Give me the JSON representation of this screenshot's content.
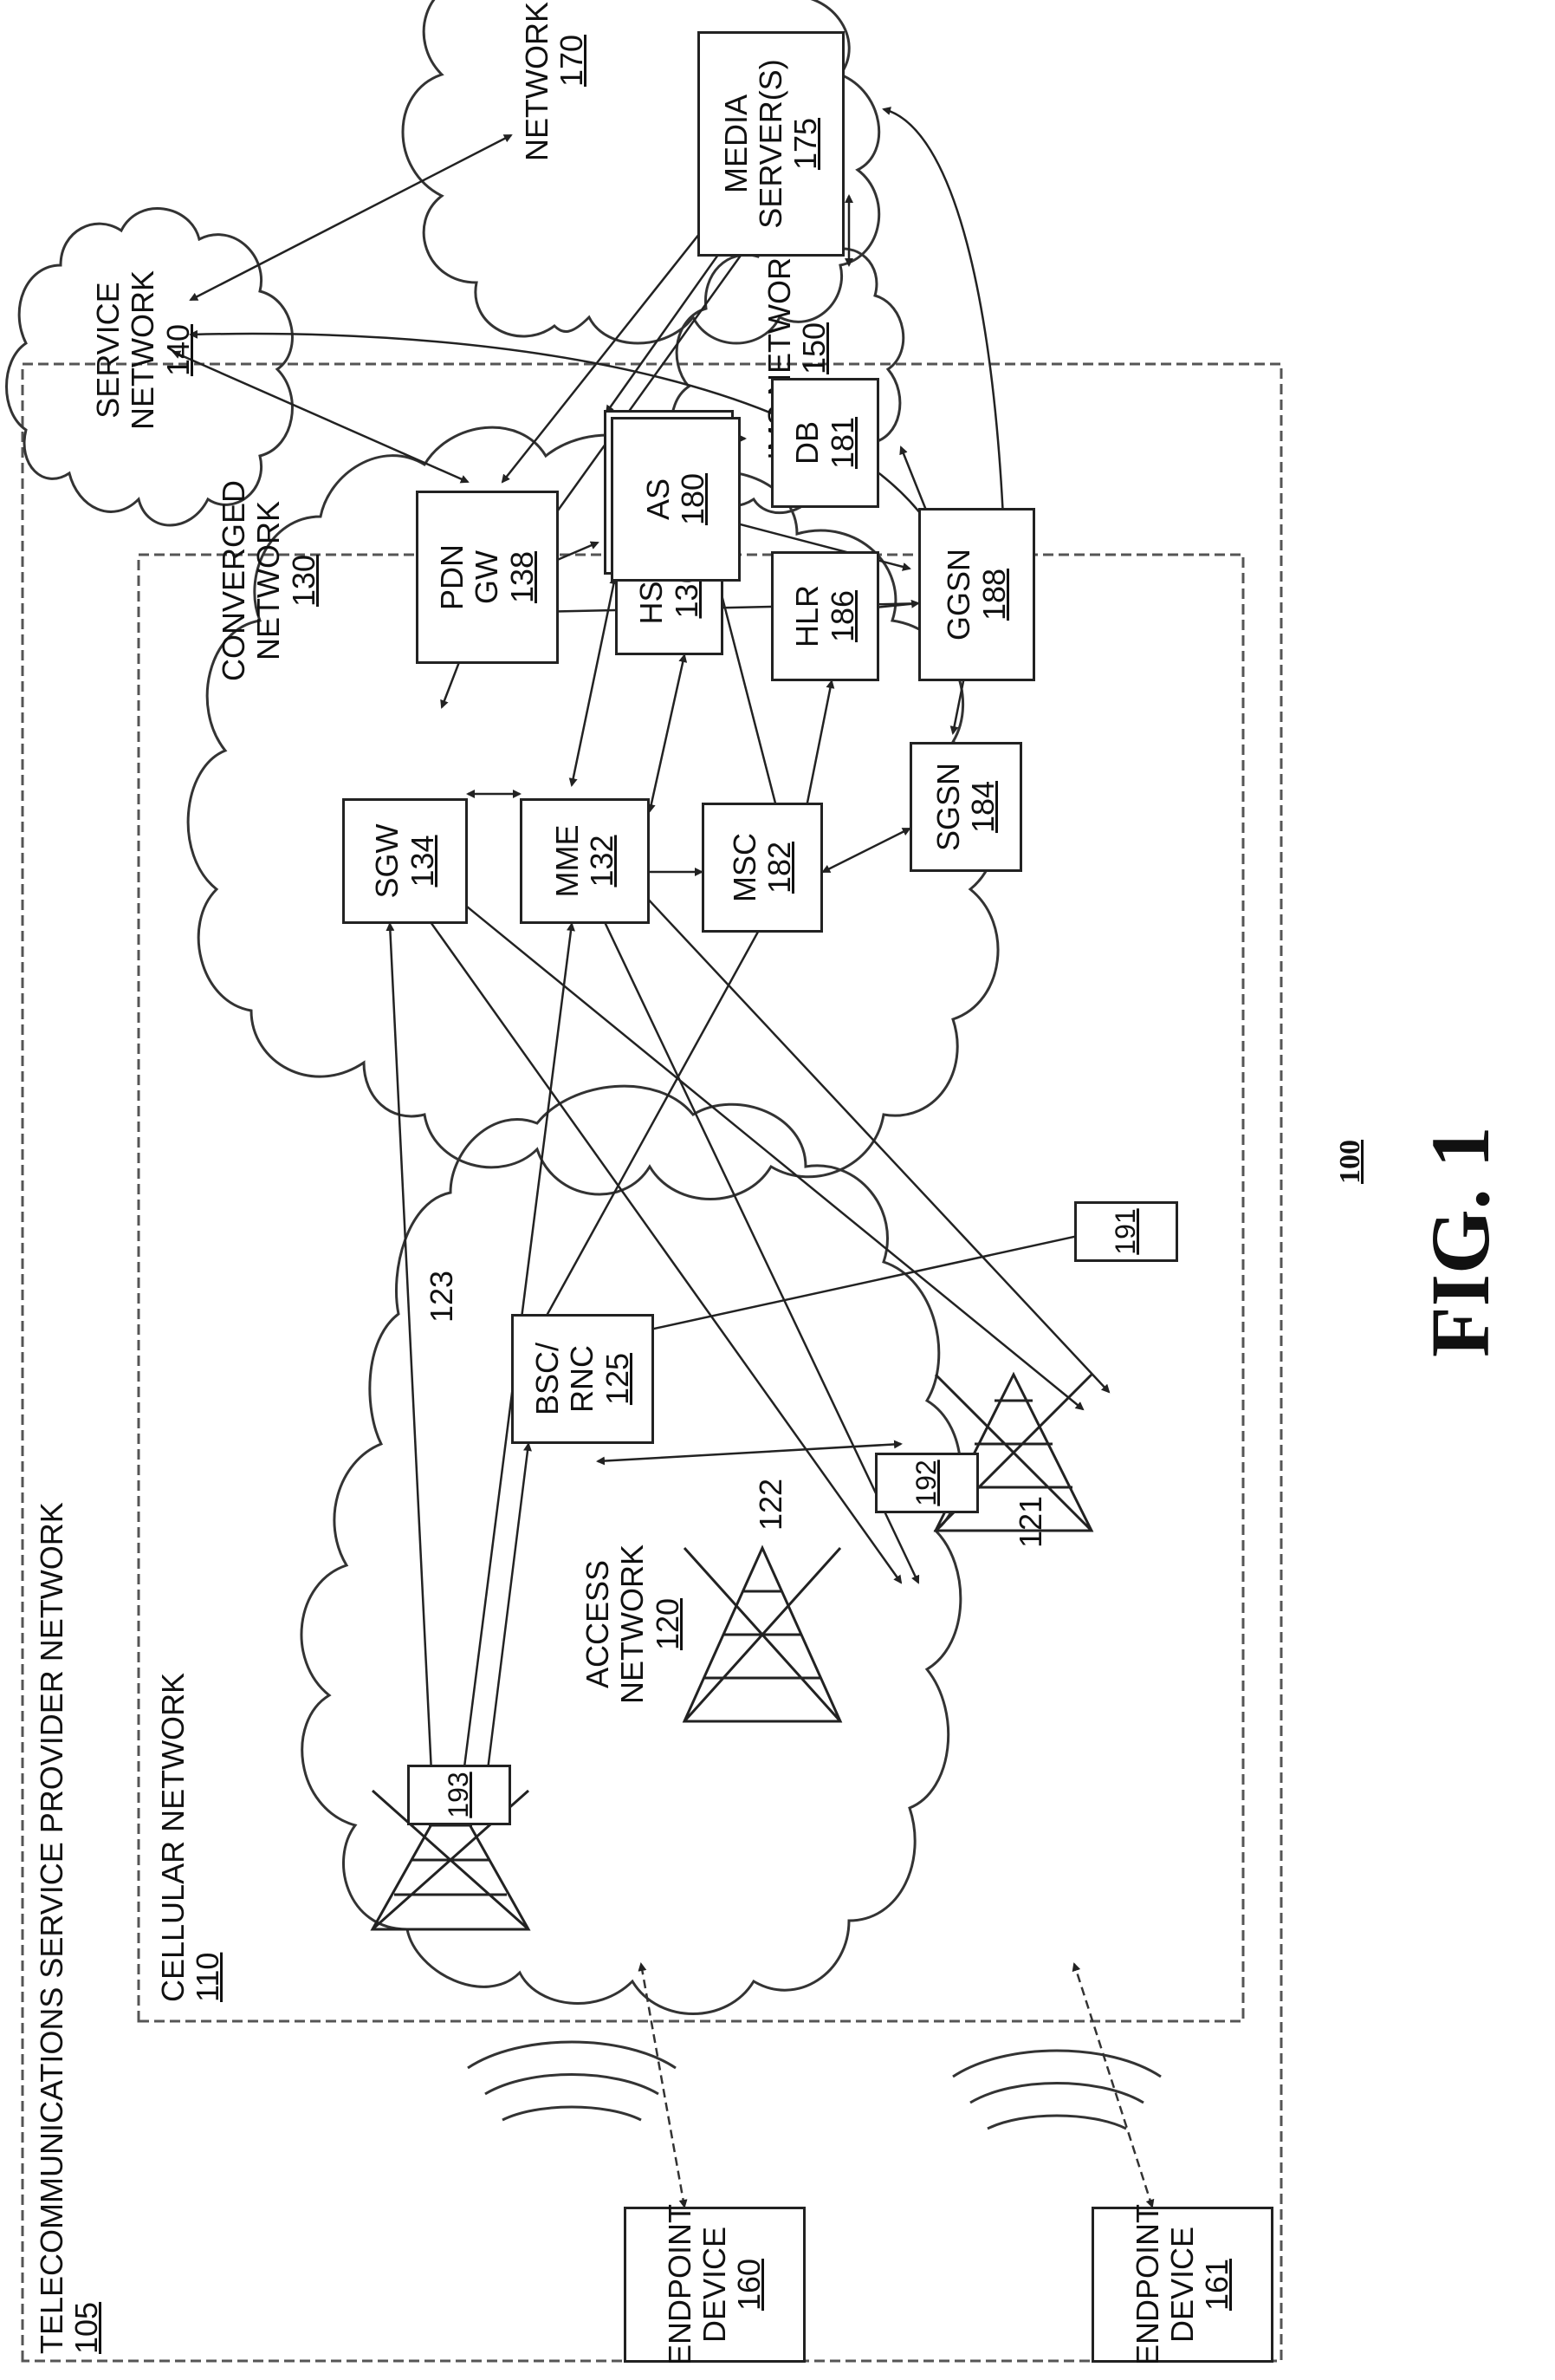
{
  "figure": {
    "ref": "100",
    "title": "FIG. 1"
  },
  "telecom_network": {
    "name": "TELECOMMUNICATIONS SERVICE PROVIDER NETWORK",
    "ref": "105"
  },
  "cellular_network": {
    "name": "CELLULAR NETWORK",
    "ref": "110"
  },
  "access_network": {
    "line1": "ACCESS",
    "line2": "NETWORK",
    "ref": "120"
  },
  "converged_network": {
    "line1": "CONVERGED",
    "line2": "NETWORK",
    "ref": "130"
  },
  "service_network": {
    "line1": "SERVICE",
    "line2": "NETWORK",
    "ref": "140"
  },
  "ims_network": {
    "line1": "IMS NETWORK",
    "ref": "150"
  },
  "external_networks": {
    "line1": "NETWORK(S)",
    "ref": "170"
  },
  "media_servers": {
    "line1": "MEDIA",
    "line2": "SERVER(S)",
    "ref": "175"
  },
  "nodes": {
    "sgw": {
      "label": "SGW",
      "ref": "134"
    },
    "mme": {
      "label": "MME",
      "ref": "132"
    },
    "msc": {
      "label": "MSC",
      "ref": "182"
    },
    "sgsn": {
      "label": "SGSN",
      "ref": "184"
    },
    "pdn_gw": {
      "line1": "PDN",
      "line2": "GW",
      "ref": "138"
    },
    "hss": {
      "label": "HSS",
      "ref": "136"
    },
    "hlr": {
      "label": "HLR",
      "ref": "186"
    },
    "ggsn": {
      "label": "GGSN",
      "ref": "188"
    },
    "as": {
      "label": "AS",
      "ref": "180"
    },
    "db": {
      "label": "DB",
      "ref": "181"
    },
    "bsc_rnc": {
      "line1": "BSC/",
      "line2": "RNC",
      "ref": "125"
    }
  },
  "towers": {
    "t191": "191",
    "t192": "192",
    "t193": "193"
  },
  "cell_labels": {
    "c121": "121",
    "c122": "122",
    "c123": "123"
  },
  "endpoints": {
    "ep160": {
      "line1": "ENDPOINT",
      "line2": "DEVICE",
      "ref": "160"
    },
    "ep161": {
      "line1": "ENDPOINT",
      "line2": "DEVICE",
      "ref": "161"
    }
  }
}
